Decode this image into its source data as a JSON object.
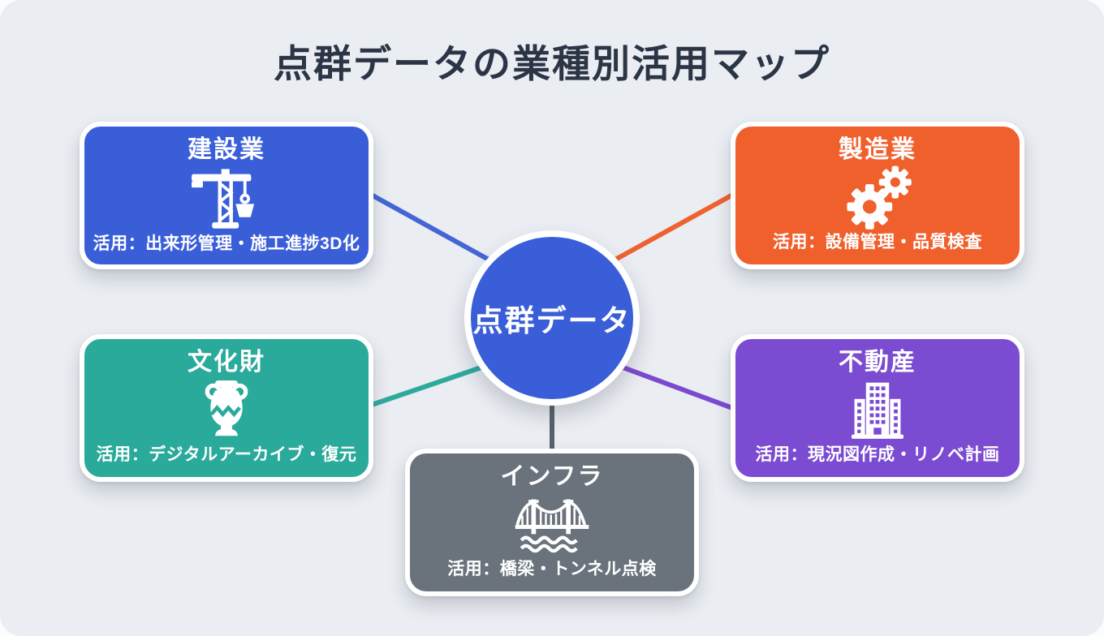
{
  "title": "点群データの業種別活用マップ",
  "background_color": "#eaedf2",
  "title_color": "#2c3545",
  "center": {
    "label": "点群データ",
    "color": "#3a5ed8"
  },
  "nodes": [
    {
      "id": "construction",
      "label": "建設業",
      "usage": "活用：出来形管理・施工進捗3D化",
      "color": "#3a5ed8",
      "line_color": "#4466d5",
      "icon": "crane-icon"
    },
    {
      "id": "manufacturing",
      "label": "製造業",
      "usage": "活用：設備管理・品質検査",
      "color": "#f0602d",
      "line_color": "#ee6230",
      "icon": "gears-icon"
    },
    {
      "id": "culture",
      "label": "文化財",
      "usage": "活用：デジタルアーカイブ・復元",
      "color": "#2aaa9b",
      "line_color": "#2eaa9d",
      "icon": "amphora-icon"
    },
    {
      "id": "realestate",
      "label": "不動産",
      "usage": "活用：現況図作成・リノベ計画",
      "color": "#7b4bd1",
      "line_color": "#7c4ad0",
      "icon": "building-icon"
    },
    {
      "id": "infra",
      "label": "インフラ",
      "usage": "活用：橋梁・トンネル点検",
      "color": "#6a727c",
      "line_color": "#59616b",
      "icon": "bridge-icon"
    }
  ]
}
